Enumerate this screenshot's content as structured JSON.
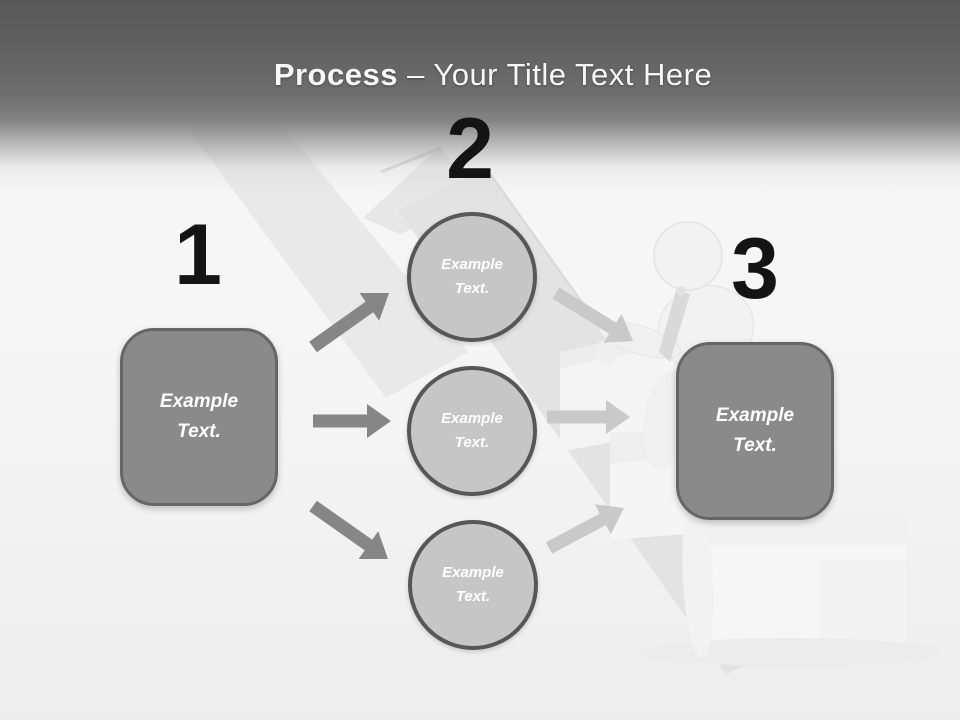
{
  "slide": {
    "title": {
      "bold": "Process",
      "rest": "– Your Title Text Here"
    },
    "steps": [
      {
        "number": "1",
        "type": "box",
        "text": "Example\nText."
      },
      {
        "number": "2",
        "type": "circles",
        "circles": [
          "Example\nText.",
          "Example\nText.",
          "Example\nText."
        ]
      },
      {
        "number": "3",
        "type": "box",
        "text": "Example\nText."
      }
    ],
    "illustration": "3d-figure-climbing-stairs",
    "colors": {
      "header_top": "#585858",
      "header_mid": "#7a7a7a",
      "background": "#f6f6f6",
      "box_fill": "#8a8a8a",
      "box_border": "#666666",
      "circle_fill": "#c6c6c6",
      "circle_border": "#575757",
      "arrow_dark": "#868686",
      "arrow_light": "#c9c9c9",
      "number_color": "#141414",
      "title_color": "#f7f7f7"
    }
  }
}
